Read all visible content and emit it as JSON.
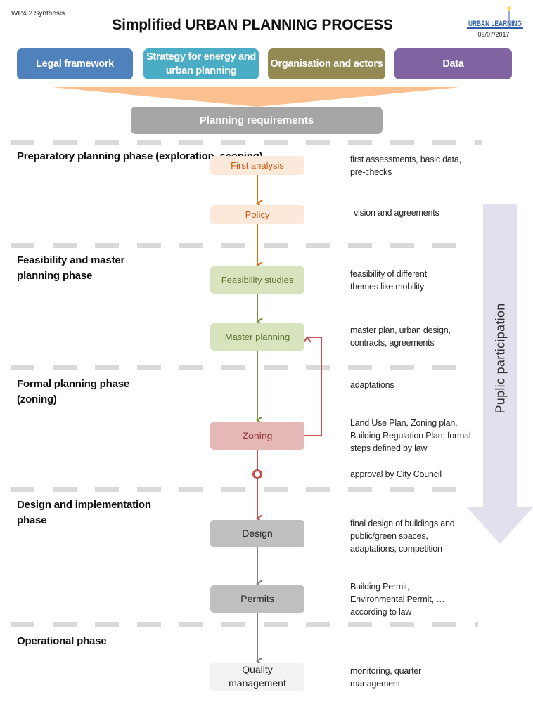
{
  "header": {
    "doc_label": "WP4.2 Synthesis",
    "title": "Simplified URBAN PLANNING PROCESS",
    "logo_text": "URBAN LEARNING",
    "date": "09/07/2017"
  },
  "inputs": [
    {
      "label": "Legal framework",
      "color": "#4f81bd"
    },
    {
      "label": "Strategy for energy and urban planning",
      "color": "#4bacc6"
    },
    {
      "label": "Organisation and actors",
      "color": "#938953"
    },
    {
      "label": "Data",
      "color": "#8064a2"
    }
  ],
  "requirements": {
    "label": "Planning requirements",
    "color": "#a6a6a6"
  },
  "phases": [
    {
      "label": "Preparatory planning phase (exploration, scoping)"
    },
    {
      "label": "Feasibility and master planning phase"
    },
    {
      "label": "Formal planning phase (zoning)"
    },
    {
      "label": "Design and implementation phase"
    },
    {
      "label": "Operational phase"
    }
  ],
  "steps": [
    {
      "label": "First analysis",
      "description": "first assessments, basic data, pre-checks"
    },
    {
      "label": "Policy",
      "description": "vision and agreements"
    },
    {
      "label": "Feasibility studies",
      "description": "feasibility of different themes like mobility"
    },
    {
      "label": "Master planning",
      "description": "master plan, urban design, contracts, agreements"
    },
    {
      "label": "Zoning",
      "description": "Land Use Plan, Zoning plan, Building Regulation Plan; formal steps defined by law"
    },
    {
      "label": "Design",
      "description": "final design of buildings and public/green spaces, adaptations, competition"
    },
    {
      "label": "Permits",
      "description": "Building Permit, Environmental Permit, … according to law"
    },
    {
      "label": "Quality management",
      "description": "monitoring, quarter management"
    }
  ],
  "annotations": {
    "feedback_loop": "adaptations",
    "approval": "approval by City Council"
  },
  "side_arrow": {
    "label": "Puplic participation"
  },
  "colors": {
    "orange": "#e46c0a",
    "green": "#77933c",
    "red": "#c0504d",
    "gray": "#7f7f7f",
    "divider": "#d9d9d9",
    "participation": "#e4dfec"
  }
}
